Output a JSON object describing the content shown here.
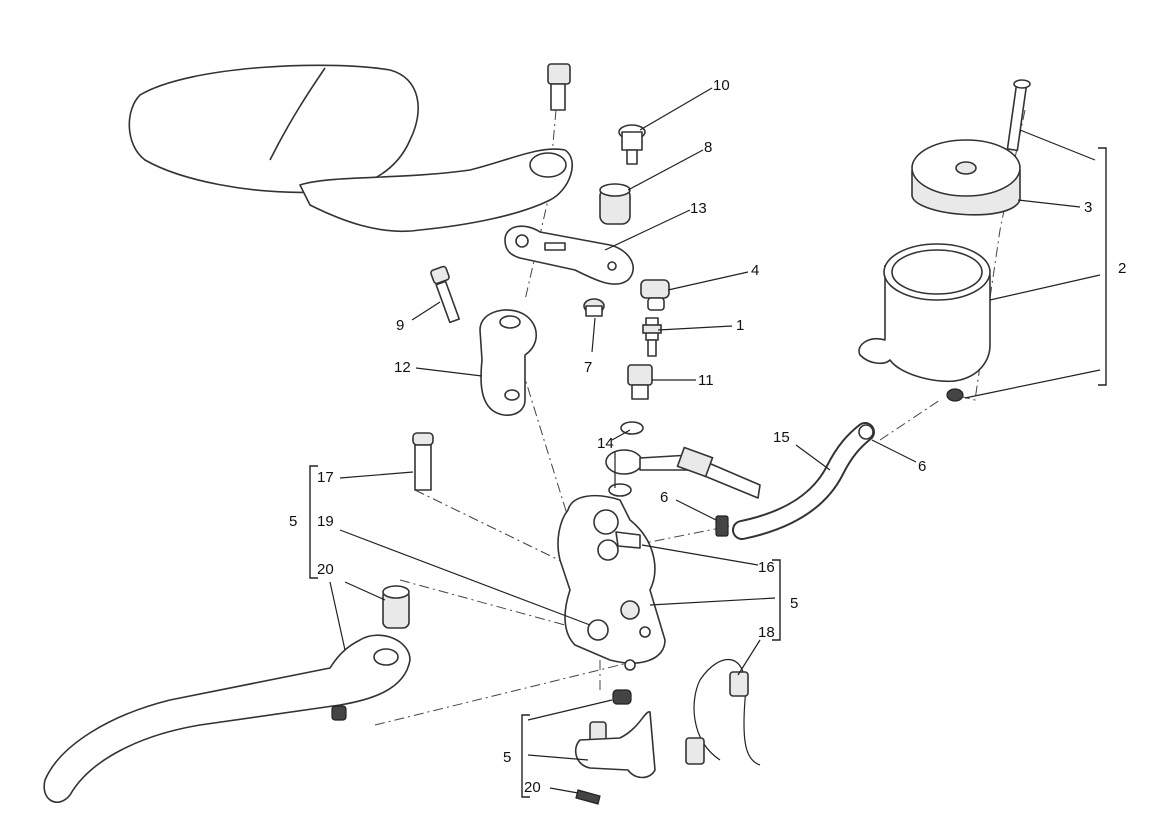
{
  "diagram": {
    "title": "Front brake master cylinder exploded view",
    "callouts": {
      "c10": "10",
      "c8": "8",
      "c13": "13",
      "c4": "4",
      "c1": "1",
      "c11": "11",
      "c7": "7",
      "c9": "9",
      "c12": "12",
      "c3": "3",
      "c2": "2",
      "c14": "14",
      "c15": "15",
      "c6a": "6",
      "c6b": "6",
      "c17": "17",
      "c5a": "5",
      "c19": "19",
      "c20a": "20",
      "c16": "16",
      "c5b": "5",
      "c18": "18",
      "c5c": "5",
      "c20b": "20"
    }
  }
}
